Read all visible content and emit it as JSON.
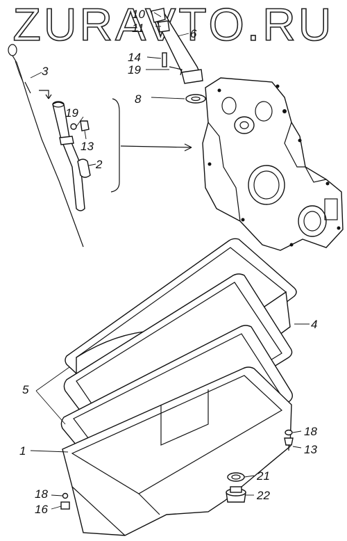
{
  "watermark": {
    "text": "ZURAVTO.RU"
  },
  "callouts": {
    "c10": "10",
    "c11": "11",
    "c6": "6",
    "c14": "14",
    "c19a": "19",
    "c3": "3",
    "c8": "8",
    "c19b": "19",
    "c13a": "13",
    "c2": "2",
    "c4": "4",
    "c5": "5",
    "c18a": "18",
    "c13b": "13",
    "c1": "1",
    "c21": "21",
    "c22": "22",
    "c18b": "18",
    "c16": "16"
  }
}
